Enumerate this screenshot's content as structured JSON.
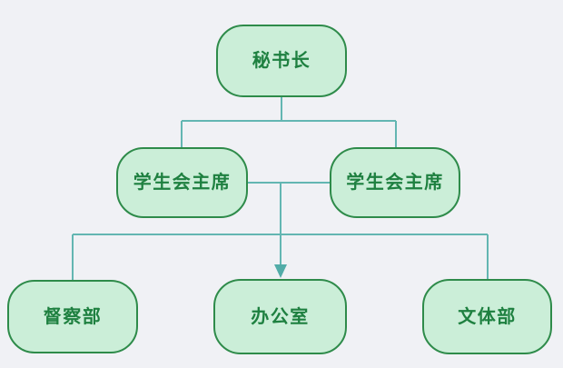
{
  "diagram": {
    "type": "org-chart",
    "nodes": [
      {
        "id": "n1",
        "label": "秘书长",
        "level": 1
      },
      {
        "id": "n2",
        "label": "学生会主席",
        "level": 2
      },
      {
        "id": "n3",
        "label": "学生会主席",
        "level": 2
      },
      {
        "id": "n4",
        "label": "督察部",
        "level": 3
      },
      {
        "id": "n5",
        "label": "办公室",
        "level": 3
      },
      {
        "id": "n6",
        "label": "文体部",
        "level": 3
      }
    ],
    "edges": [
      {
        "from": "n1",
        "to": "n2",
        "arrow": false
      },
      {
        "from": "n1",
        "to": "n3",
        "arrow": false
      },
      {
        "from": "n2",
        "to": "n3",
        "arrow": false,
        "note": "horizontal link between the two level-2 nodes"
      },
      {
        "from": "n2-n3",
        "to": "n5",
        "arrow": true,
        "note": "drops from midpoint of n2-n3 link, arrowhead into n5"
      },
      {
        "from": "n2-n3",
        "to": "n4",
        "arrow": false
      },
      {
        "from": "n2-n3",
        "to": "n6",
        "arrow": false
      }
    ]
  },
  "colors": {
    "background": "#f0f1f5",
    "node-fill": "#cbeed8",
    "node-border": "#2e8b4a",
    "node-text": "#1e8040",
    "connector": "#63b6b2",
    "arrow": "#52aca8"
  }
}
